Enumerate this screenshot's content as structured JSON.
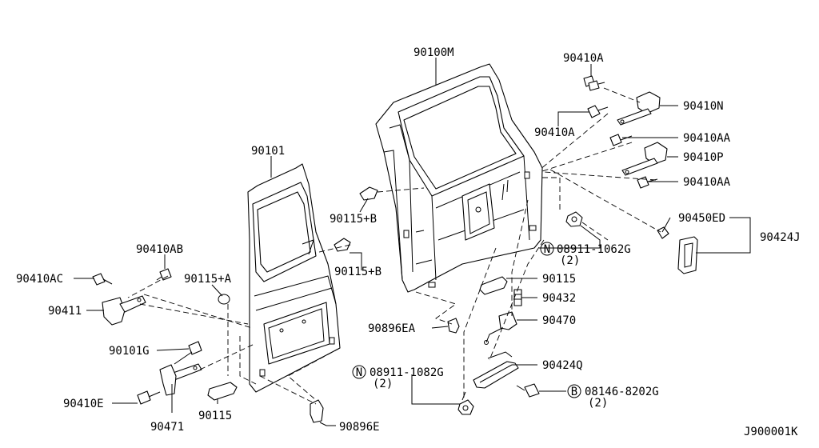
{
  "diagram_id": "J900001K",
  "colors": {
    "ink": "#000000",
    "paper": "#ffffff"
  },
  "callouts": [
    {
      "id": "c_90100M",
      "text": "90100M",
      "marker": ""
    },
    {
      "id": "c_90410A_1",
      "text": "90410A",
      "marker": ""
    },
    {
      "id": "c_90410N",
      "text": "90410N",
      "marker": ""
    },
    {
      "id": "c_90410A_2",
      "text": "90410A",
      "marker": ""
    },
    {
      "id": "c_90410AA_1",
      "text": "90410AA",
      "marker": ""
    },
    {
      "id": "c_90410P",
      "text": "90410P",
      "marker": ""
    },
    {
      "id": "c_90410AA_2",
      "text": "90410AA",
      "marker": ""
    },
    {
      "id": "c_90101",
      "text": "90101",
      "marker": ""
    },
    {
      "id": "c_90115B_1",
      "text": "90115+B",
      "marker": ""
    },
    {
      "id": "c_90450ED",
      "text": "90450ED",
      "marker": ""
    },
    {
      "id": "c_90424J",
      "text": "90424J",
      "marker": ""
    },
    {
      "id": "c_08911_1062G",
      "text": "08911-1062G",
      "marker": "N",
      "qty": "(2)"
    },
    {
      "id": "c_90410AB",
      "text": "90410AB",
      "marker": ""
    },
    {
      "id": "c_90115B_2",
      "text": "90115+B",
      "marker": ""
    },
    {
      "id": "c_90410AC",
      "text": "90410AC",
      "marker": ""
    },
    {
      "id": "c_90115A",
      "text": "90115+A",
      "marker": ""
    },
    {
      "id": "c_90115_1",
      "text": "90115",
      "marker": ""
    },
    {
      "id": "c_90432",
      "text": "90432",
      "marker": ""
    },
    {
      "id": "c_90411",
      "text": "90411",
      "marker": ""
    },
    {
      "id": "c_90470",
      "text": "90470",
      "marker": ""
    },
    {
      "id": "c_90896EA",
      "text": "90896EA",
      "marker": ""
    },
    {
      "id": "c_90101G",
      "text": "90101G",
      "marker": ""
    },
    {
      "id": "c_08911_1082G",
      "text": "08911-1082G",
      "marker": "N",
      "qty": "(2)"
    },
    {
      "id": "c_90424Q",
      "text": "90424Q",
      "marker": ""
    },
    {
      "id": "c_08146_8202G",
      "text": "08146-8202G",
      "marker": "B",
      "qty": "(2)"
    },
    {
      "id": "c_90410E",
      "text": "90410E",
      "marker": ""
    },
    {
      "id": "c_90115_2",
      "text": "90115",
      "marker": ""
    },
    {
      "id": "c_90896E",
      "text": "90896E",
      "marker": ""
    },
    {
      "id": "c_90471",
      "text": "90471",
      "marker": ""
    }
  ]
}
